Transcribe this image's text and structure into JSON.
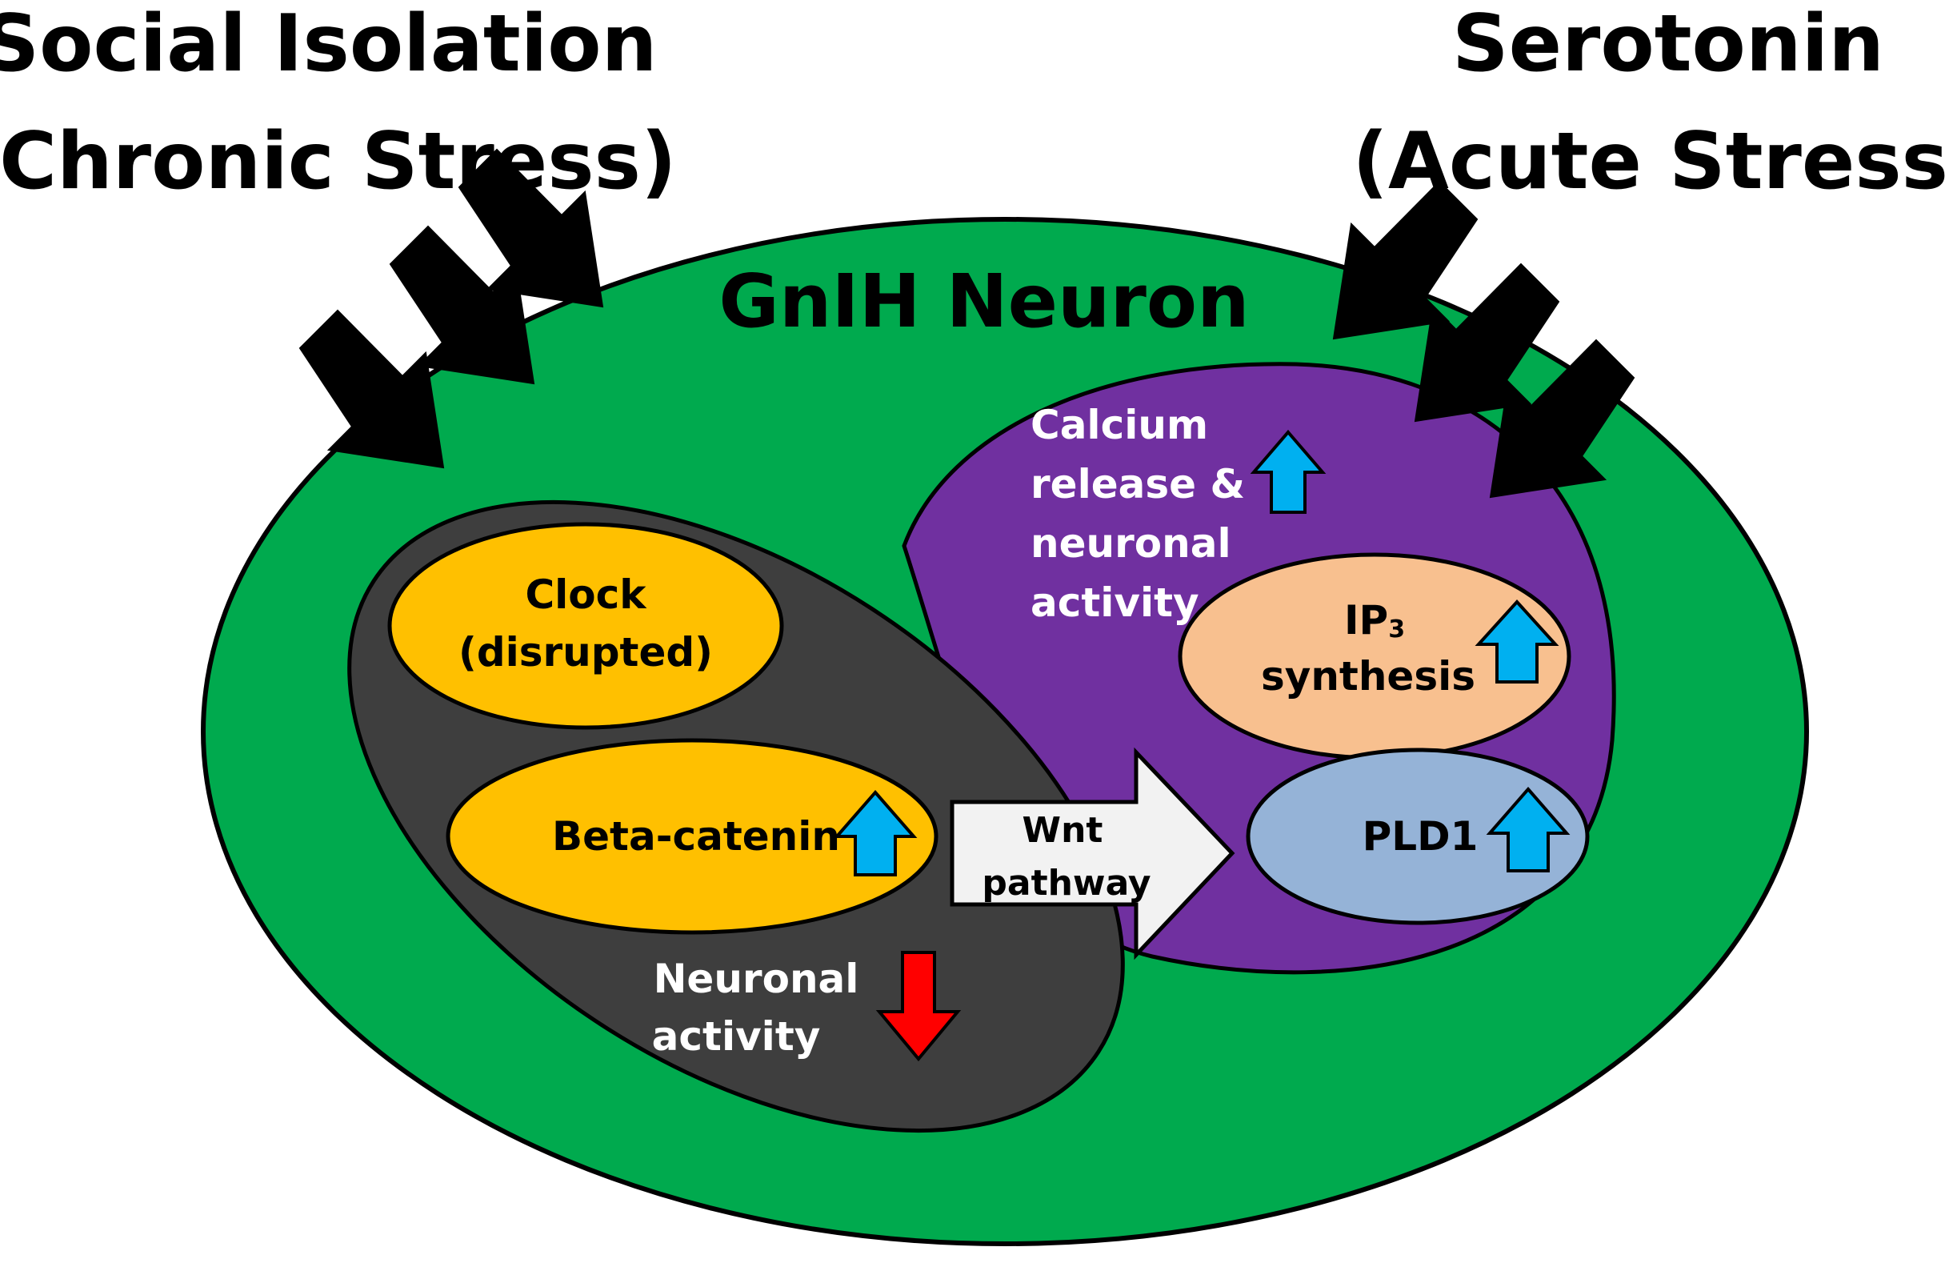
{
  "titles": {
    "left_line1": "Social Isolation",
    "left_line2": "(Chronic Stress)",
    "right_line1": "Serotonin",
    "right_line2": "(Acute Stress)"
  },
  "neuron": {
    "title": "GnIH Neuron"
  },
  "chronic": {
    "clock_line1": "Clock",
    "clock_line2": "(disrupted)",
    "beta_catenin": "Beta-catenin",
    "neuronal_line1": "Neuronal",
    "neuronal_line2": "activity"
  },
  "acute": {
    "calcium_line1": "Calcium",
    "calcium_line2": "release &",
    "calcium_line3": "neuronal",
    "calcium_line4": "activity",
    "ip3_main": "IP",
    "ip3_sub": "3",
    "ip3_line2": "synthesis",
    "pld1": "PLD1"
  },
  "pathway": {
    "line1": "Wnt",
    "line2": "pathway"
  },
  "colors": {
    "neuron_green": "#00AA4E",
    "chronic_gray": "#3E3E3E",
    "acute_purple": "#7030A0",
    "orange": "#FFC000",
    "peach": "#F8C08F",
    "light_blue": "#95B3D7",
    "arrow_blue": "#00B0F0",
    "arrow_red": "#FF0000",
    "wnt_arrow": "#F2F2F2"
  }
}
